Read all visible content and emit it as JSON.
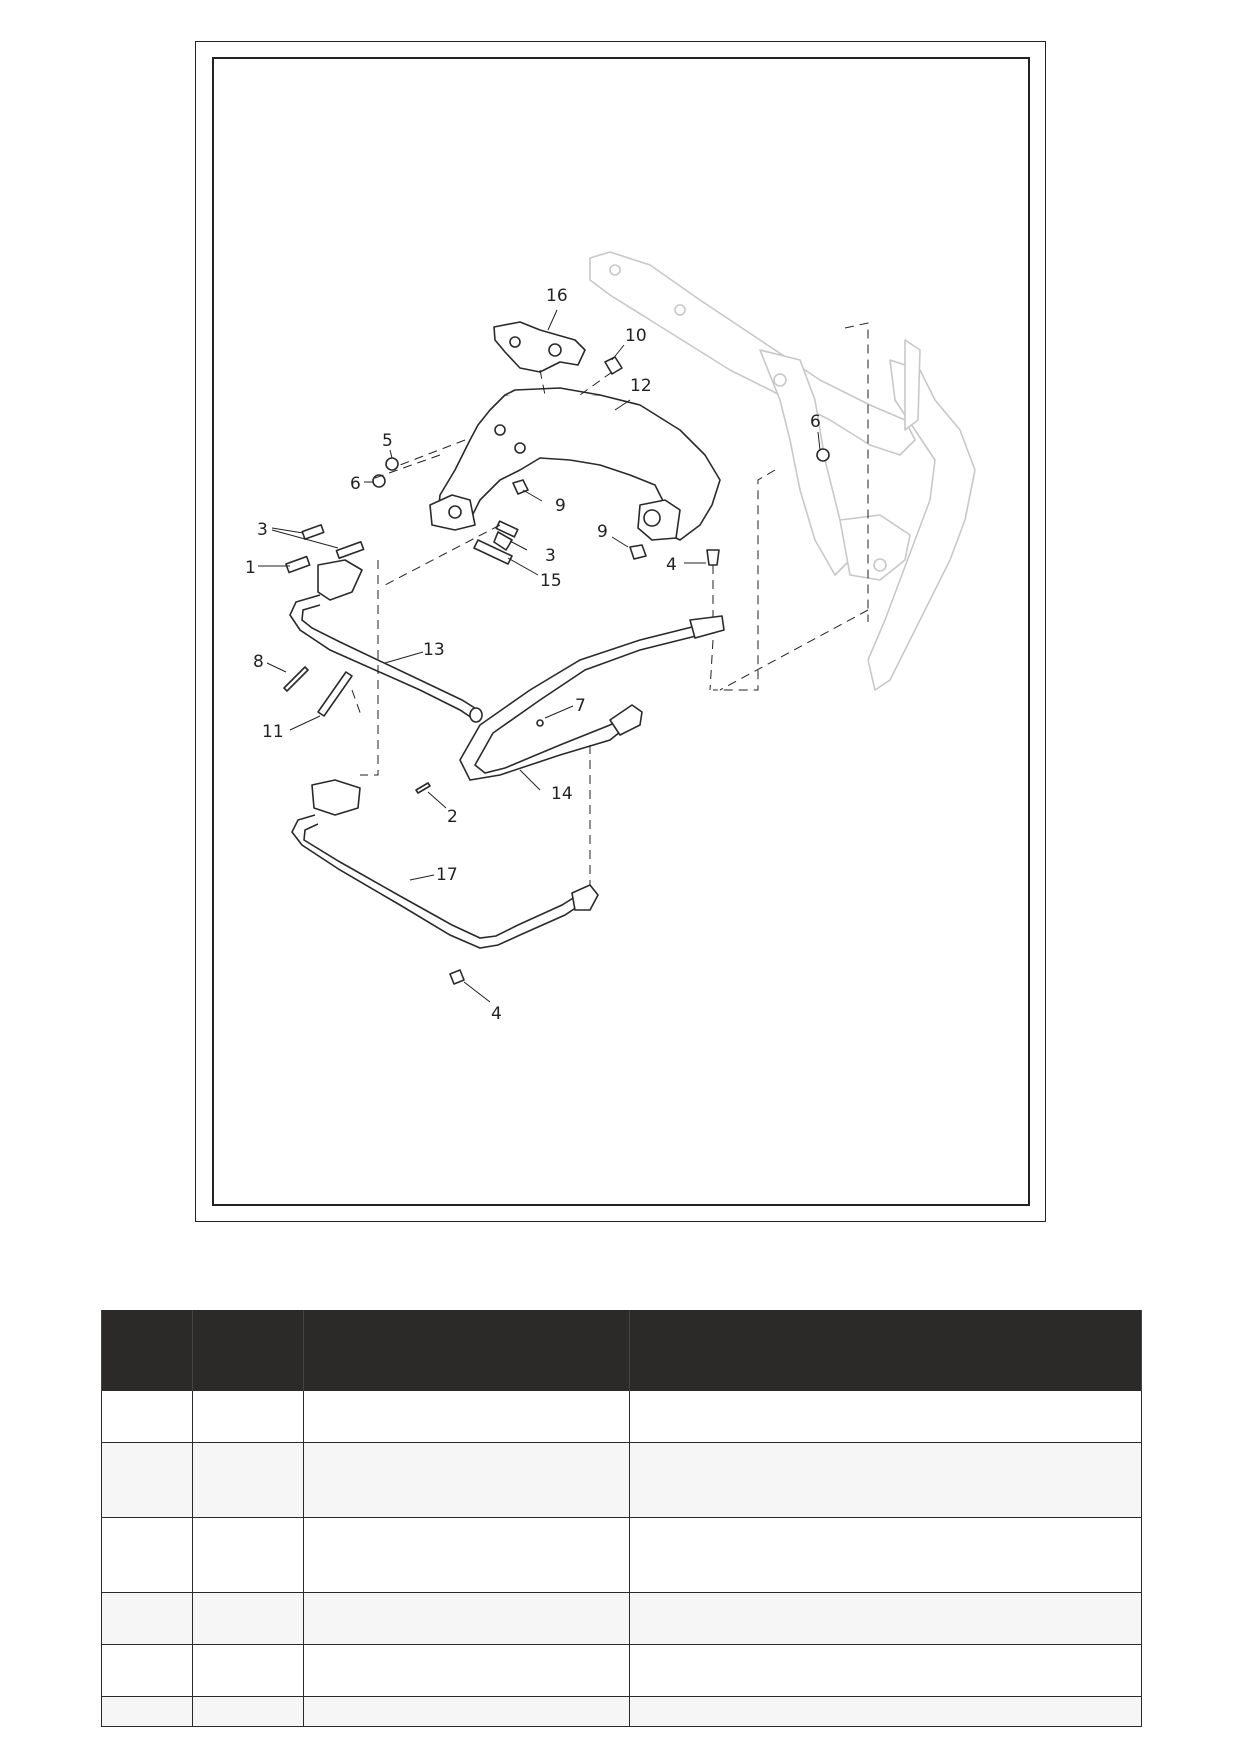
{
  "diagram": {
    "callouts": [
      "16",
      "10",
      "12",
      "5",
      "6",
      "9",
      "3",
      "1",
      "15",
      "4",
      "6",
      "13",
      "8",
      "11",
      "7",
      "14",
      "2",
      "17",
      "4",
      "3",
      "9"
    ]
  },
  "table": {
    "headers": [
      "",
      "",
      "",
      ""
    ],
    "rows": [
      [
        "",
        "",
        "",
        ""
      ],
      [
        "",
        "",
        "",
        ""
      ],
      [
        "",
        "",
        "",
        ""
      ],
      [
        "",
        "",
        "",
        ""
      ],
      [
        "",
        "",
        "",
        ""
      ],
      [
        "",
        "",
        "",
        ""
      ]
    ]
  }
}
